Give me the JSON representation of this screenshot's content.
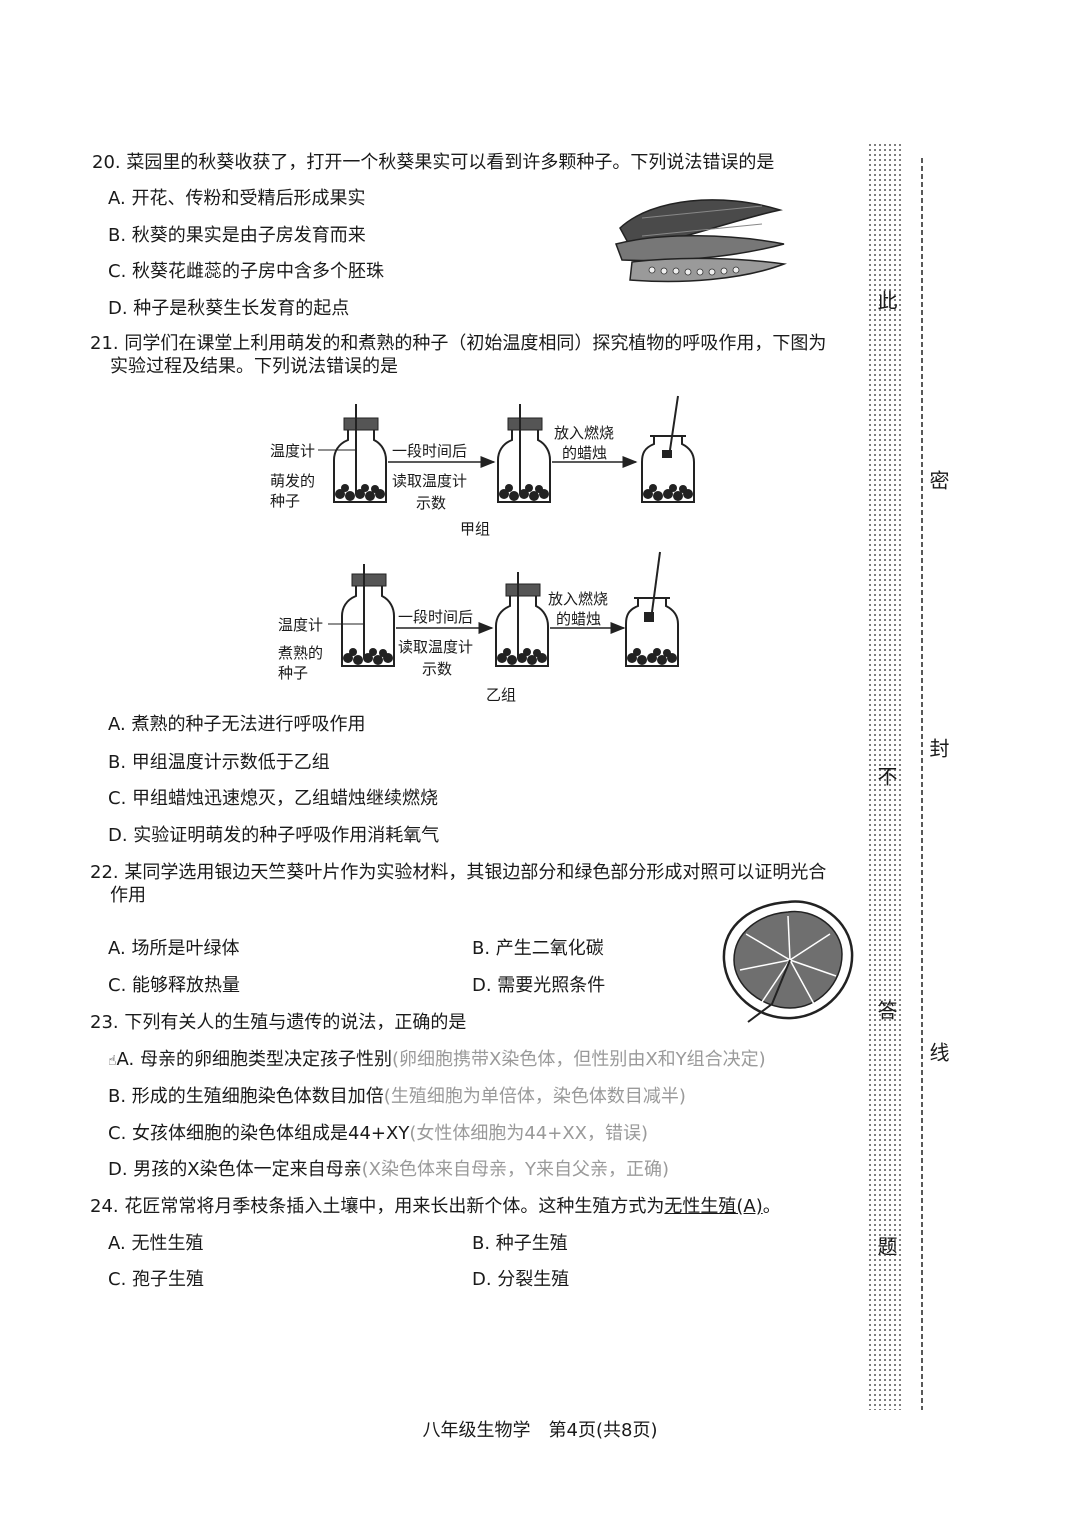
{
  "questions": [
    {
      "stem": "20. 菜园里的秋葵收获了，打开一个秋葵果实可以看到许多颗种子。下列说法错误的是",
      "options": [
        "A. 开花、传粉和受精后形成果实",
        "B. 秋葵的果实是由子房发育而来",
        "C. 秋葵花雌蕊的子房中含多个胚珠",
        "D. 种子是秋葵生长发育的起点"
      ]
    },
    {
      "stem_line1": "21. 同学们在课堂上利用萌发的和煮熟的种子（初始温度相同）探究植物的呼吸作用，下图为",
      "stem_line2": "实验过程及结果。下列说法错误的是",
      "options": [
        "A. 煮熟的种子无法进行呼吸作用",
        "B. 甲组温度计示数低于乙组",
        "C. 甲组蜡烛迅速熄灭，乙组蜡烛继续燃烧",
        "D. 实验证明萌发的种子呼吸作用消耗氧气"
      ]
    },
    {
      "stem_line1": "22. 某同学选用银边天竺葵叶片作为实验材料，其银边部分和绿色部分形成对照可以证明光合",
      "stem_line2": "作用",
      "options": [
        "A. 场所是叶绿体",
        "B. 产生二氧化碳",
        "C. 能够释放热量",
        "D. 需要光照条件"
      ]
    },
    {
      "stem": "23. 下列有关人的生殖与遗传的说法，正确的是",
      "options": [
        {
          "text": "A. 母亲的卵细胞类型决定孩子性别",
          "note": "(卵细胞携带X染色体，但性别由X和Y组合决定)"
        },
        {
          "text": "B. 形成的生殖细胞染色体数目加倍",
          "note": "(生殖细胞为单倍体，染色体数目减半)"
        },
        {
          "text": "C. 女孩体细胞的染色体组成是44+XY",
          "note": "(女性体细胞为44+XX，错误)"
        },
        {
          "text": "D. 男孩的X染色体一定来自母亲",
          "note": "(X染色体来自母亲，Y来自父亲，正确)"
        }
      ]
    },
    {
      "stem_prefix": "24. 花匠常常将月季枝条插入土壤中，用来长出新个体。这种生殖方式为",
      "stem_answer": "无性生殖(A)",
      "stem_suffix": "。",
      "options": [
        "A. 无性生殖",
        "B. 种子生殖",
        "C. 孢子生殖",
        "D. 分裂生殖"
      ]
    }
  ],
  "diagram": {
    "group_a": {
      "thermometer": "温度计",
      "seed_label_1": "萌发的",
      "seed_label_2": "种子",
      "step1_a": "一段时间后",
      "step1_b": "读取温度计",
      "step1_c": "示数",
      "step2_a": "放入燃烧",
      "step2_b": "的蜡烛",
      "caption": "甲组"
    },
    "group_b": {
      "thermometer": "温度计",
      "seed_label_1": "煮熟的",
      "seed_label_2": "种子",
      "step1_a": "一段时间后",
      "step1_b": "读取温度计",
      "step1_c": "示数",
      "step2_a": "放入燃烧",
      "step2_b": "的蜡烛",
      "caption": "乙组"
    }
  },
  "side_text": [
    "此",
    "密",
    "封",
    "不",
    "答",
    "线",
    "题"
  ],
  "footer": "八年级生物学　第4页(共8页)"
}
